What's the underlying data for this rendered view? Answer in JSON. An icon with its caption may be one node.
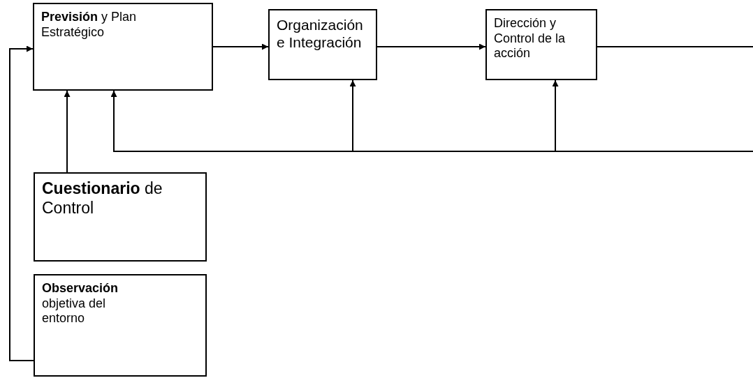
{
  "diagram": {
    "nodes": [
      {
        "text": [
          "**Previsión** y Plan Estratégico"
        ]
      },
      {
        "text": [
          "Organización e Integración"
        ]
      },
      {
        "text": [
          "Dirección y Control de la acción"
        ]
      },
      {
        "text": [
          "**Cuestionario** de Control"
        ]
      },
      {
        "text": [
          "**Observación** objetiva del entorno"
        ]
      }
    ],
    "edges": [
      {
        "from": 0,
        "to": 1,
        "arrow": "to"
      },
      {
        "from": 1,
        "to": 2,
        "arrow": "to"
      },
      {
        "from": 2,
        "to": null,
        "arrow": "none"
      },
      {
        "from": null,
        "to": 0,
        "arrow": "to"
      },
      {
        "from": null,
        "to": 1,
        "arrow": "to"
      },
      {
        "from": null,
        "to": 2,
        "arrow": "to"
      },
      {
        "from": 3,
        "to": 0,
        "arrow": "to"
      },
      {
        "from": 4,
        "to": 0,
        "arrow": "to"
      }
    ]
  }
}
